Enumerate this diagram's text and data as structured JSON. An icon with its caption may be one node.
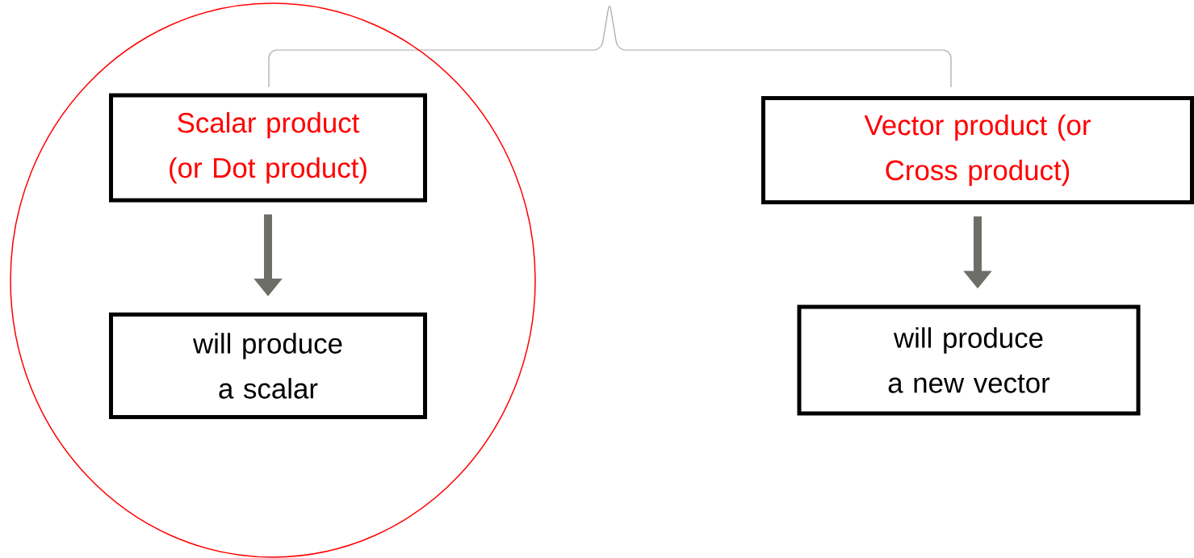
{
  "diagram": {
    "nodes": [
      {
        "text": [],
        "shape": "circle"
      },
      {
        "text": [
          "Scalar product (or Dot product)"
        ],
        "in": 0
      },
      {
        "text": [
          "will produce a scalar"
        ],
        "in": 0
      },
      {
        "text": [
          "Vector product (or Cross product)"
        ]
      },
      {
        "text": [
          "will produce a new vector"
        ]
      }
    ],
    "edges": [
      {
        "from": 1,
        "to": 2,
        "arrow": "to"
      },
      {
        "from": 3,
        "to": 4,
        "arrow": "to"
      }
    ]
  }
}
